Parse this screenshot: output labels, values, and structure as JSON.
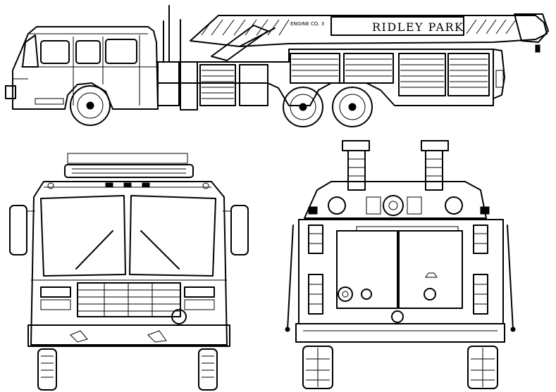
{
  "boom_label": "RIDLEY PARK",
  "boom_small_label": "ENGINE CO. 3",
  "views": [
    "side-view",
    "front-view",
    "rear-view"
  ]
}
